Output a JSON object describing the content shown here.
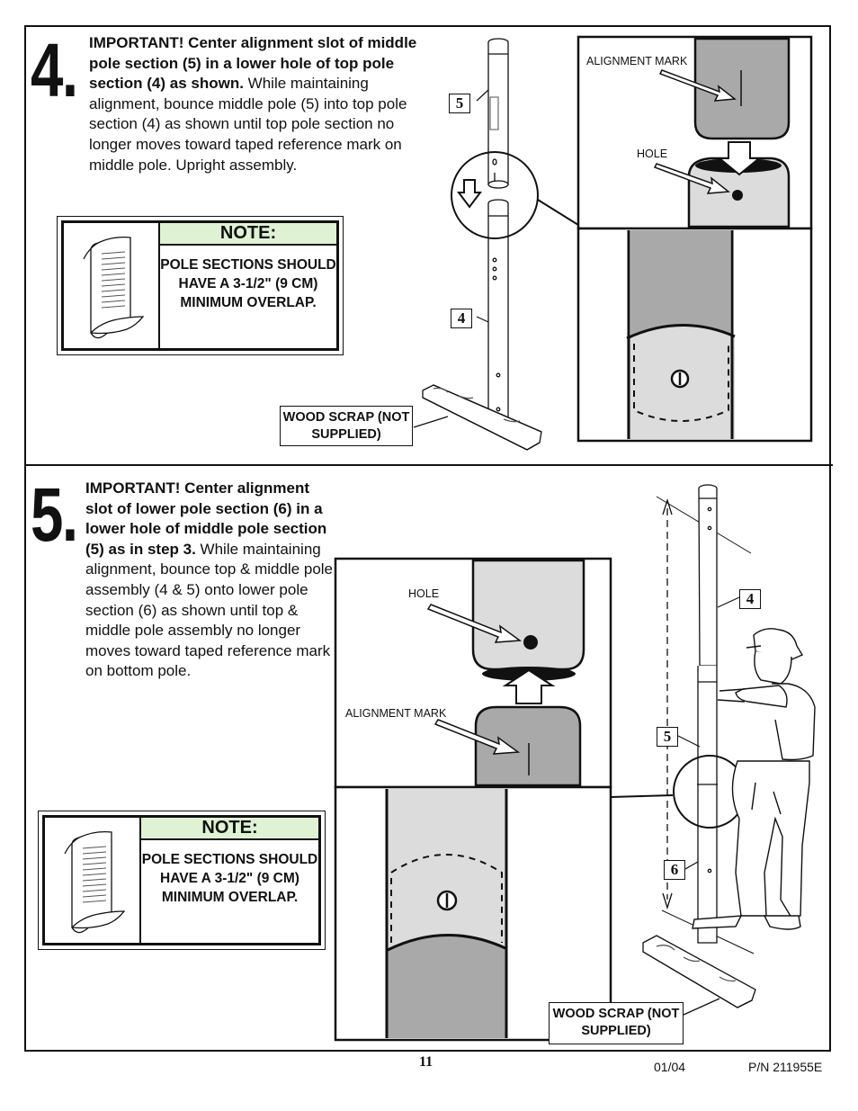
{
  "step4": {
    "number": "4.",
    "text_bold": "IMPORTANT! Center alignment slot of middle pole section (5) in a lower hole of top pole section (4) as shown.",
    "text_plain": " While maintaining alignment, bounce middle pole (5) into top pole section (4) as shown until top pole section no longer moves toward taped reference mark on middle pole. Upright assembly.",
    "note_title": "NOTE:",
    "note_text": "POLE SECTIONS SHOULD HAVE A 3-1/2\" (9 CM) MINIMUM OVERLAP.",
    "callout_wood": "WOOD SCRAP (NOT SUPPLIED)",
    "label_alignment": "ALIGNMENT MARK",
    "label_hole": "HOLE",
    "part_5": "5",
    "part_4": "4"
  },
  "step5": {
    "number": "5.",
    "text_bold": "IMPORTANT! Center alignment slot of lower pole section (6) in a lower hole of middle pole section (5) as in step 3.",
    "text_plain": " While maintaining alignment, bounce top & middle pole assembly (4 & 5) onto lower pole section (6) as shown until top & middle pole assembly no longer moves toward taped reference mark on bottom pole.",
    "note_title": "NOTE:",
    "note_text": "POLE SECTIONS SHOULD HAVE A 3-1/2\" (9 CM) MINIMUM OVERLAP.",
    "callout_wood": "WOOD SCRAP (NOT SUPPLIED)",
    "label_hole": "HOLE",
    "label_alignment": "ALIGNMENT MARK",
    "part_4": "4",
    "part_5": "5",
    "part_6": "6"
  },
  "footer": {
    "page_number": "11",
    "date": "01/04",
    "part_number": "P/N 211955E"
  },
  "colors": {
    "pole_gray": "#a9a9a9",
    "pole_light": "#dcdcdc",
    "note_header": "#dff2d4"
  }
}
